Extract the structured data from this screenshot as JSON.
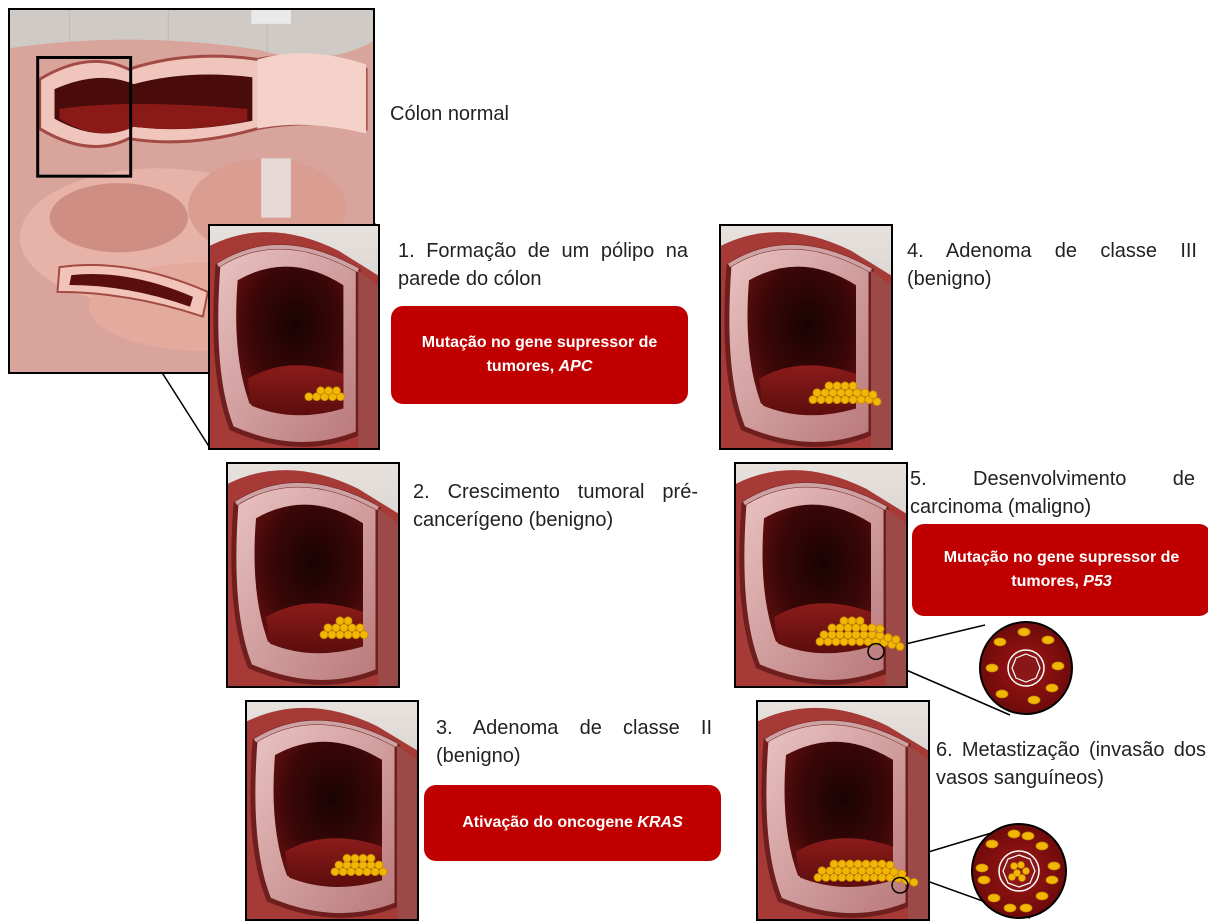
{
  "colon_label": "Cólon normal",
  "steps": [
    {
      "label": "1. Formação de um pólipo na parede do cólon"
    },
    {
      "label": "2. Crescimento tumoral pré-cancerígeno (benigno)"
    },
    {
      "label": "3. Adenoma de classe II (benigno)"
    },
    {
      "label": "4. Adenoma de classe III (benigno)"
    },
    {
      "label": "5. Desenvolvimento de carcinoma (maligno)"
    },
    {
      "label": "6. Metastização (invasão dos vasos sanguíneos)"
    }
  ],
  "mutations": [
    {
      "text": "Mutação no gene supressor de tumores,",
      "gene": "APC"
    },
    {
      "text": "Ativação do oncogene",
      "gene": "KRAS"
    },
    {
      "text": "Mutação no gene supressor de tumores,",
      "gene": "P53"
    }
  ],
  "colors": {
    "accent": "#c00000",
    "tissue": "#7a1212",
    "polyp": "#f2b705"
  }
}
